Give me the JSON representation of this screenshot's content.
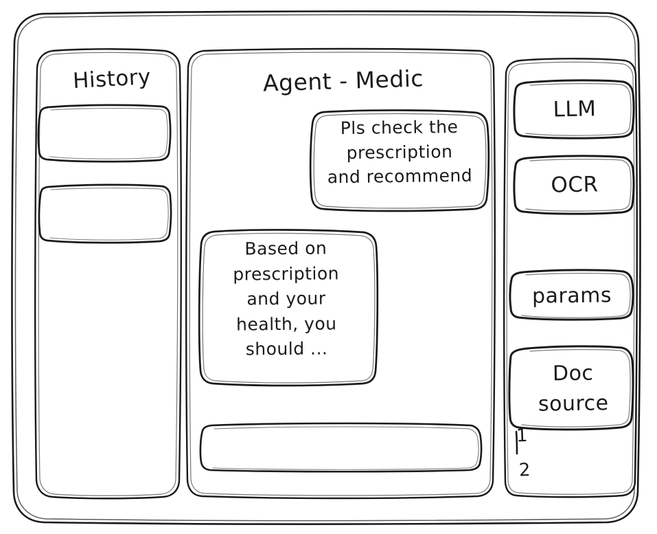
{
  "app": {
    "style": "hand-drawn-wireframe",
    "stroke_color": "#1a1a1a",
    "background_color": "#ffffff"
  },
  "sidebar_left": {
    "title": "History",
    "items": [
      {
        "label": ""
      },
      {
        "label": ""
      }
    ]
  },
  "main": {
    "title": "Agent - Medic",
    "messages": [
      {
        "role": "user",
        "text": "Pls check the\nprescription\nand recommend"
      },
      {
        "role": "agent",
        "text": "Based on\nprescription\nand your\nhealth, you\nshould ..."
      }
    ],
    "composer": {
      "value": "",
      "placeholder": ""
    }
  },
  "sidebar_right": {
    "tools": [
      {
        "label": "LLM"
      },
      {
        "label": "OCR"
      }
    ],
    "params": {
      "label": "params"
    },
    "doc_source": {
      "label": "Doc\nsource",
      "sources": [
        {
          "index": "1"
        },
        {
          "index": "2"
        }
      ]
    }
  }
}
